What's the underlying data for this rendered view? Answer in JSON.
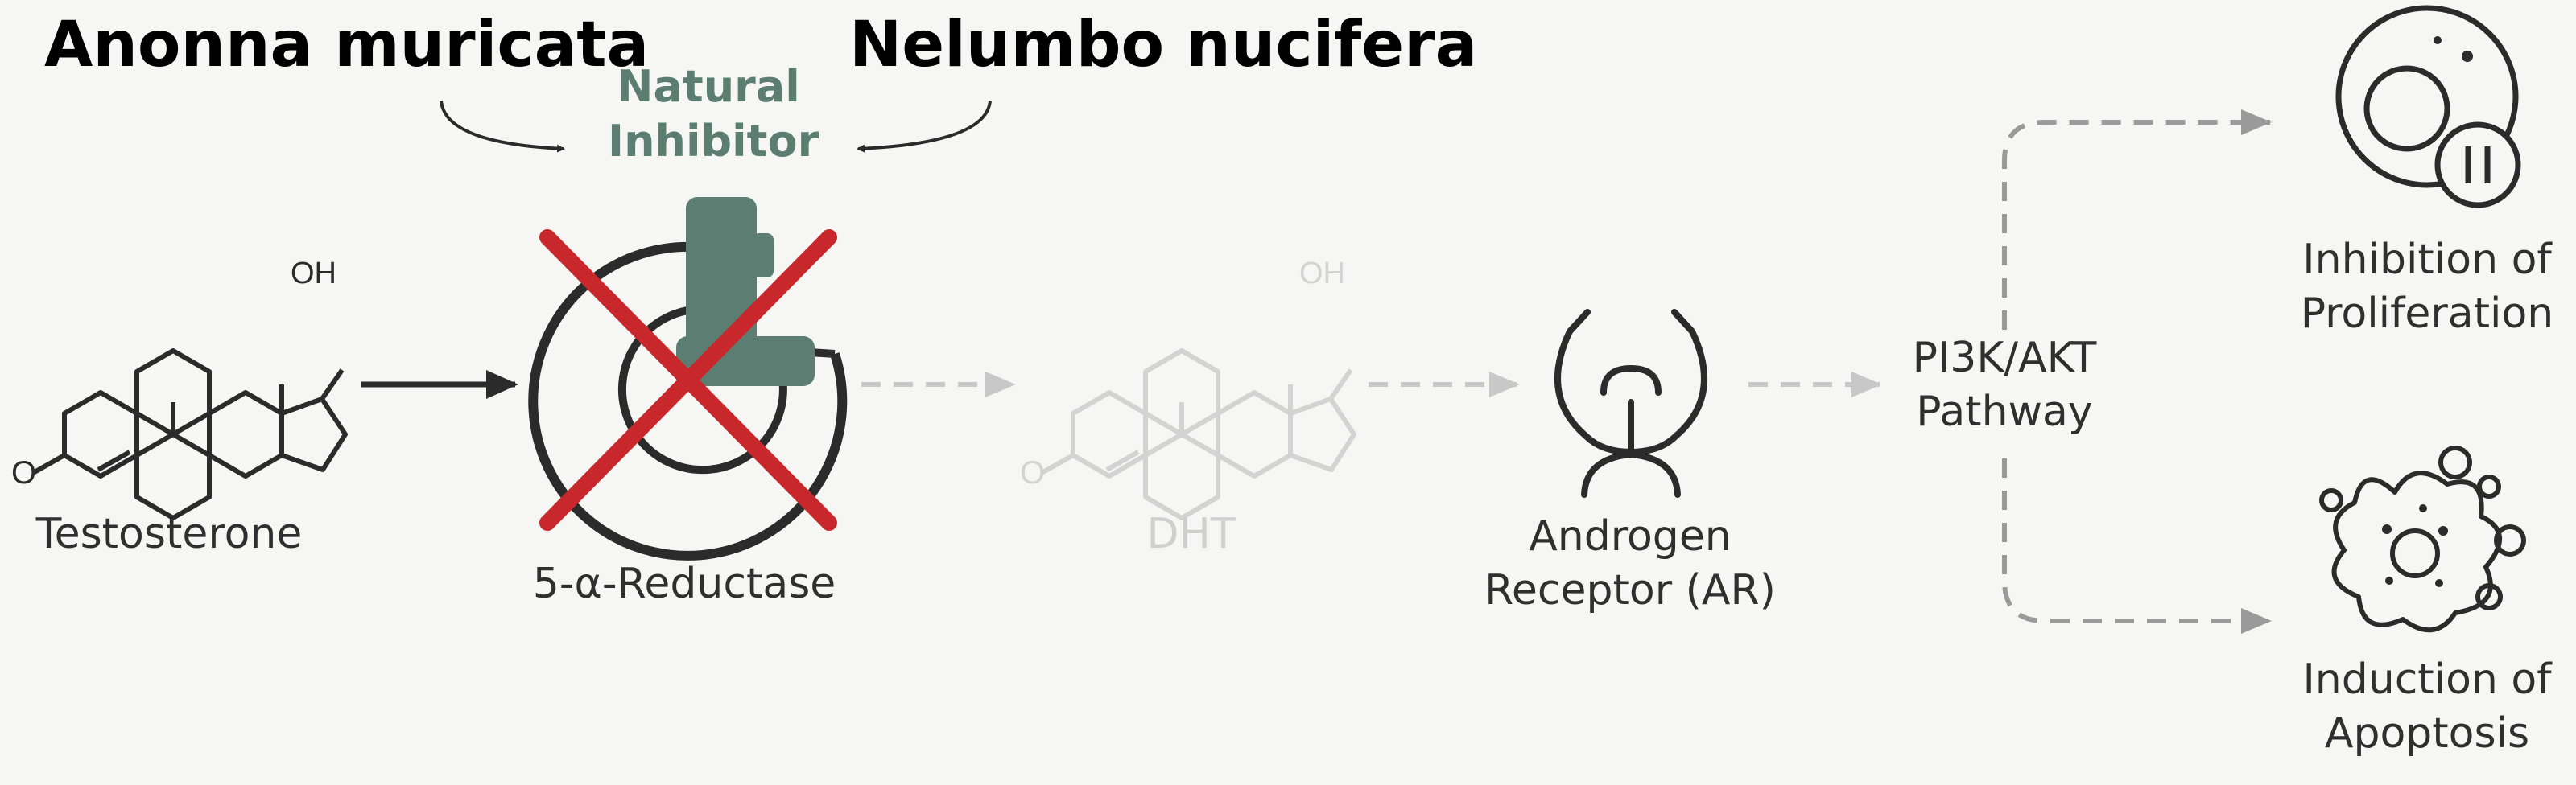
{
  "sources": {
    "left": "Anonna muricata",
    "right": "Nelumbo nucifera"
  },
  "inhibitor": {
    "line1": "Natural",
    "line2": "Inhibitor"
  },
  "molecules": {
    "testosterone": {
      "label": "Testosterone",
      "oh": "OH",
      "o": "O"
    },
    "dht": {
      "label": "DHT",
      "oh": "OH",
      "o": "O"
    }
  },
  "enzyme": {
    "label": "5-α-Reductase"
  },
  "receptor": {
    "line1": "Androgen",
    "line2": "Receptor (AR)"
  },
  "pathway": {
    "line1": "PI3K/AKT",
    "line2": "Pathway"
  },
  "outcomes": {
    "proliferation": {
      "line1": "Inhibition of",
      "line2": "Proliferation"
    },
    "apoptosis": {
      "line1": "Induction of",
      "line2": "Apoptosis"
    }
  },
  "colors": {
    "inhibitor": "#5b7d72",
    "block_x": "#c8282c",
    "line": "#2b2b2b",
    "faded": "#cfcfcf",
    "dashed": "#9a9a9a"
  }
}
